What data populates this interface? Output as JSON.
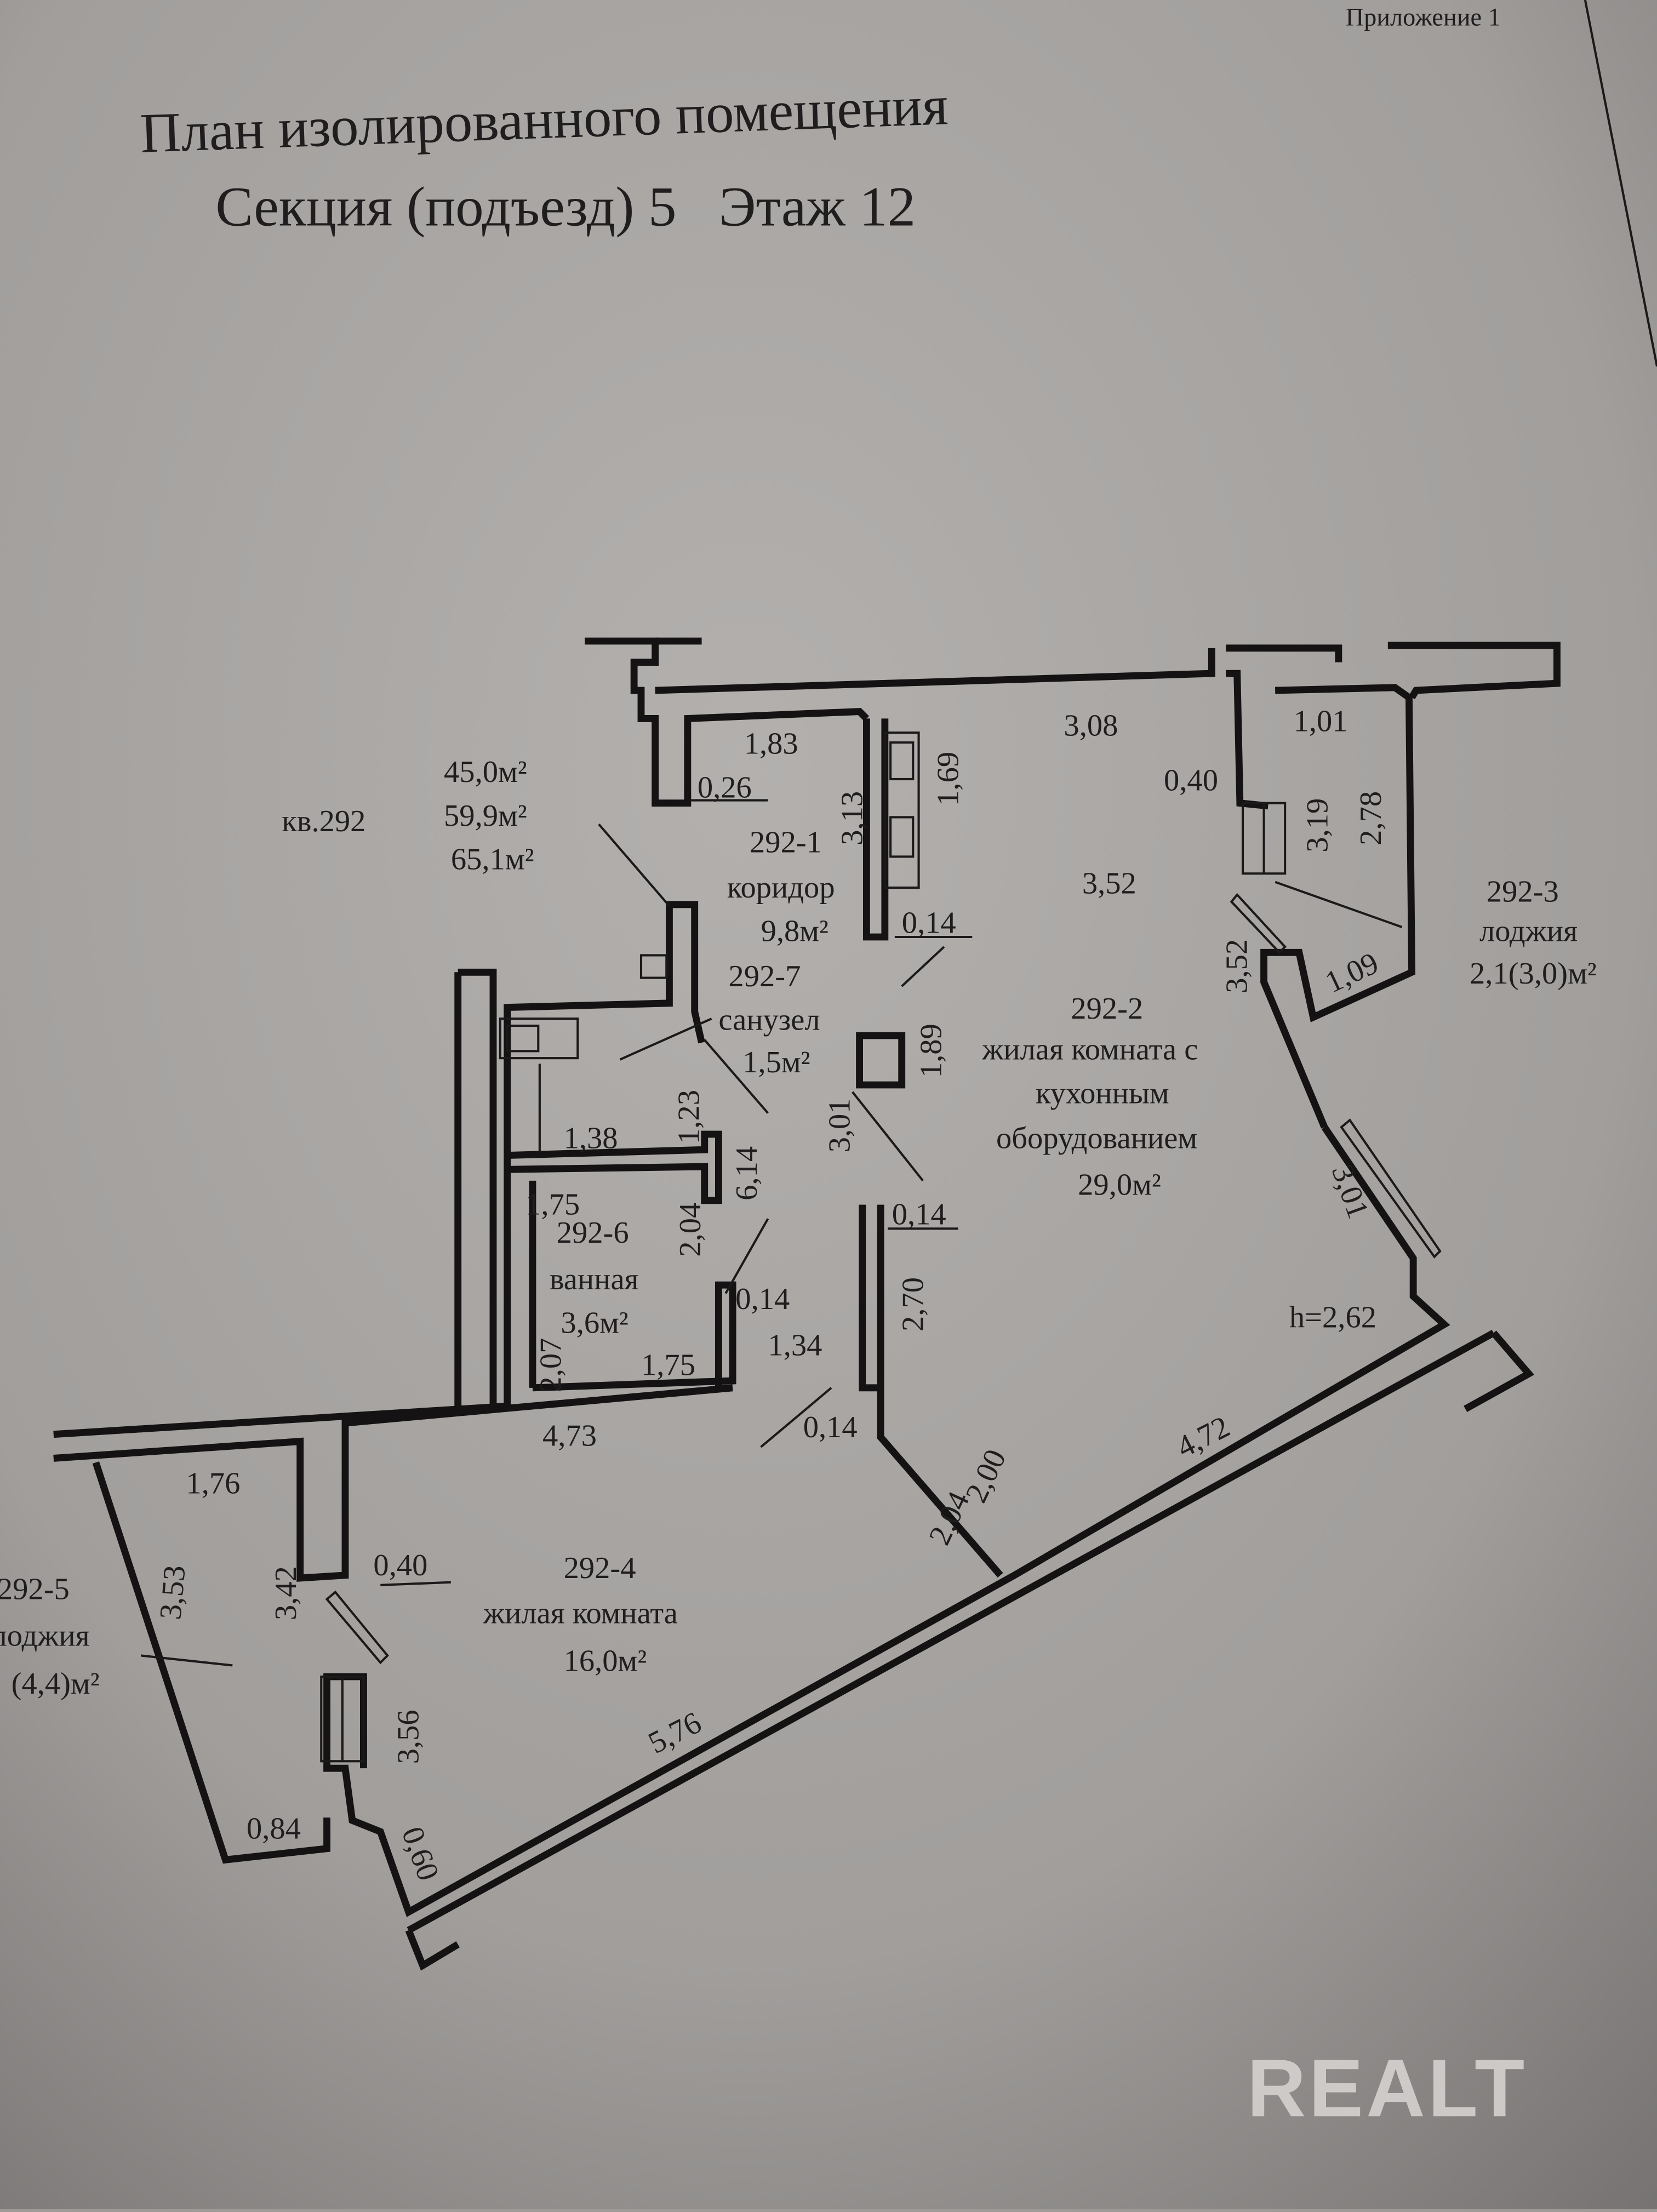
{
  "header": {
    "appendix": "Приложение 1",
    "title_line1": "План изолированного помещения",
    "title_line2": "Секция (подъезд) 5   Этаж 12"
  },
  "apartment": {
    "label": "кв.292",
    "area_living": "45,0м²",
    "area_total": "59,9м²",
    "area_with_loggias": "65,1м²"
  },
  "rooms": [
    {
      "id": "292-1",
      "name": "коридор",
      "area": "9,8м²"
    },
    {
      "id": "292-2",
      "name_line1": "жилая комната с",
      "name_line2": "кухонным",
      "name_line3": "оборудованием",
      "area": "29,0м²"
    },
    {
      "id": "292-3",
      "name": "лоджия",
      "area": "2,1(3,0)м²"
    },
    {
      "id": "292-4",
      "name": "жилая комната",
      "area": "16,0м²"
    },
    {
      "id": "292-5",
      "name": "лоджия",
      "area": "(4,4)м²"
    },
    {
      "id": "292-6",
      "name": "ванная",
      "area": "3,6м²"
    },
    {
      "id": "292-7",
      "name": "санузел",
      "area": "1,5м²"
    }
  ],
  "ceiling_height": "h=2,62",
  "dimensions": {
    "d183": "1,83",
    "d026": "0,26",
    "d313": "3,13",
    "d169": "1,69",
    "d014a": "0,14",
    "d308": "3,08",
    "d040a": "0,40",
    "d101": "1,01",
    "d319": "3,19",
    "d278": "2,78",
    "d352a": "3,52",
    "d352b": "3,52",
    "d109": "1,09",
    "d189": "1,89",
    "d301a": "3,01",
    "d301b": "3,01",
    "d138": "1,38",
    "d123": "1,23",
    "d614": "6,14",
    "d175a": "1,75",
    "d204a": "2,04",
    "d207": "2,07",
    "d175b": "1,75",
    "d014b": "0,14",
    "d134": "1,34",
    "d014c": "0,14",
    "d270": "2,70",
    "d473": "4,73",
    "d014d": "0,14",
    "d204b": "2,04",
    "d200": "2,00",
    "d472": "4,72",
    "d176": "1,76",
    "d353": "3,53",
    "d342": "3,42",
    "d040b": "0,40",
    "d356": "3,56",
    "d576": "5,76",
    "d084": "0,84",
    "d060": "0,60"
  },
  "watermark": "REALT"
}
